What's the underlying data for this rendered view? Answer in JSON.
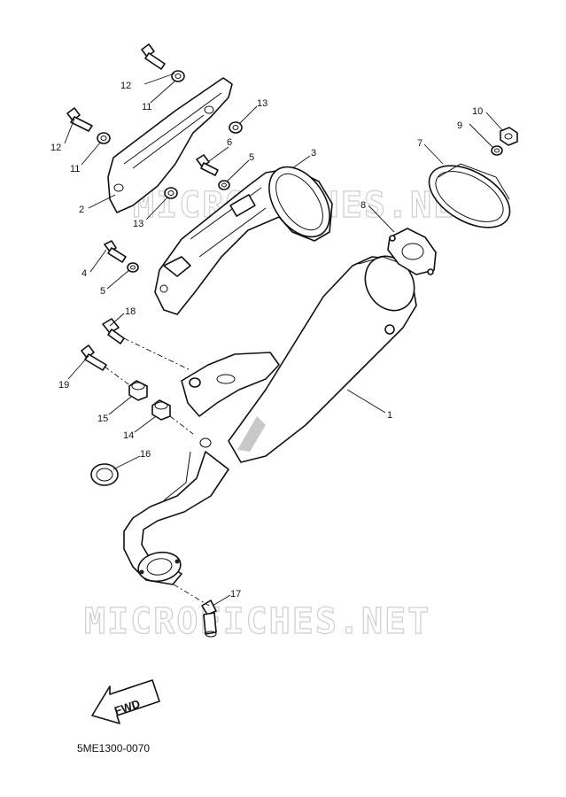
{
  "watermark": "MICROFICHES.NET",
  "diagram_code": "5ME1300-0070",
  "fwd_label": "FWD",
  "callouts": {
    "c1": "1",
    "c2": "2",
    "c3": "3",
    "c4": "4",
    "c5a": "5",
    "c5b": "5",
    "c6": "6",
    "c7": "7",
    "c8": "8",
    "c9": "9",
    "c10": "10",
    "c11a": "11",
    "c11b": "11",
    "c12a": "12",
    "c12b": "12",
    "c13a": "13",
    "c13b": "13",
    "c14": "14",
    "c15": "15",
    "c16": "16",
    "c17": "17",
    "c18": "18",
    "c19": "19"
  }
}
